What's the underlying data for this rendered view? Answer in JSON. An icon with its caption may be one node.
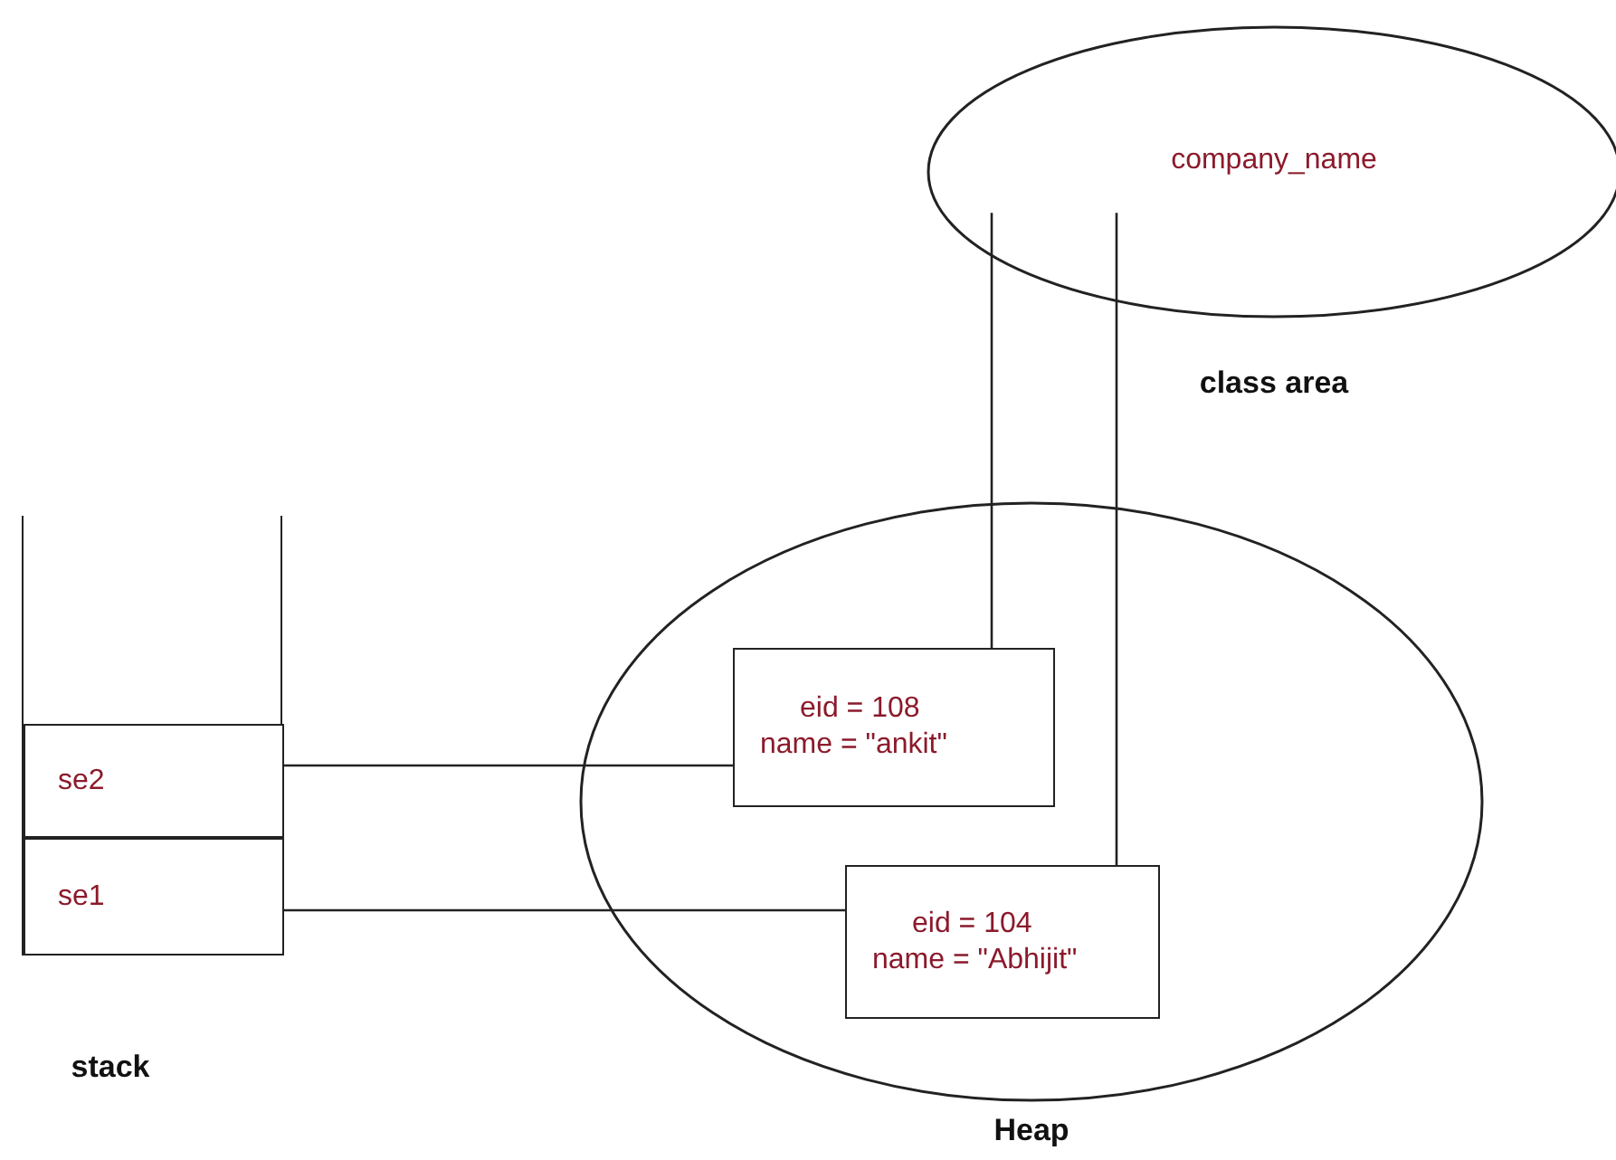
{
  "diagram": {
    "nodes": [
      {
        "text": [
          "company_name",
          "class area"
        ]
      },
      {
        "text": [
          "Heap"
        ]
      },
      {
        "text": [
          "stack"
        ]
      },
      {
        "text": [
          "se2"
        ],
        "in": 2
      },
      {
        "text": [
          "se1"
        ],
        "in": 2
      },
      {
        "text": [
          "eid = 108",
          "name = \"ankit\""
        ],
        "in": 1
      },
      {
        "text": [
          "eid = 104",
          "name = \"Abhijit\""
        ],
        "in": 1
      }
    ],
    "edges": [
      {
        "from": 3,
        "to": 5,
        "arrow": "none"
      },
      {
        "from": 4,
        "to": 6,
        "arrow": "none"
      },
      {
        "from": 5,
        "to": 0,
        "arrow": "none"
      },
      {
        "from": 6,
        "to": 0,
        "arrow": "none"
      }
    ]
  }
}
